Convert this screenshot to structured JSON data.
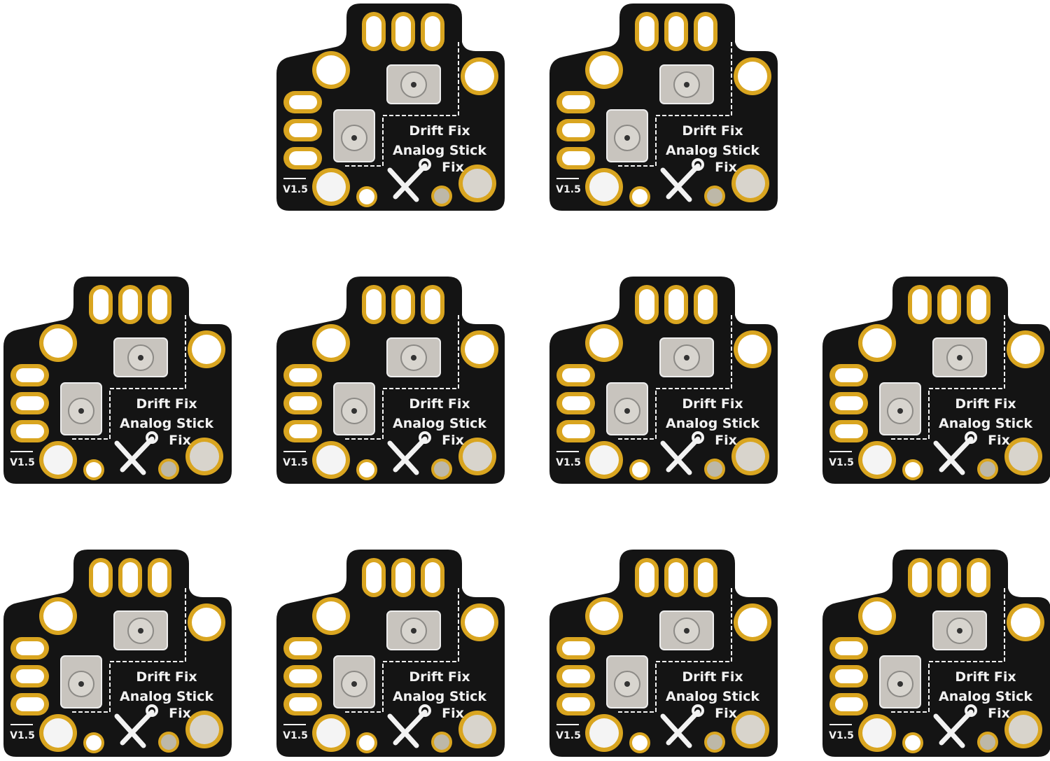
{
  "scene": {
    "description": "Product photo of ten identical black joystick drift-fix PCB boards arranged in three rows (2, 4, 4)",
    "board_count": 10,
    "rows": [
      2,
      4,
      4
    ]
  },
  "board": {
    "title_line1": "Drift Fix",
    "title_line2": "Analog Stick",
    "title_line3": "Fix",
    "version": "V1.5",
    "colors": {
      "pcb": "#141414",
      "gold": "#d9a520",
      "silkscreen": "#f2f2f2",
      "potentiometer": "#c8c4be"
    }
  }
}
